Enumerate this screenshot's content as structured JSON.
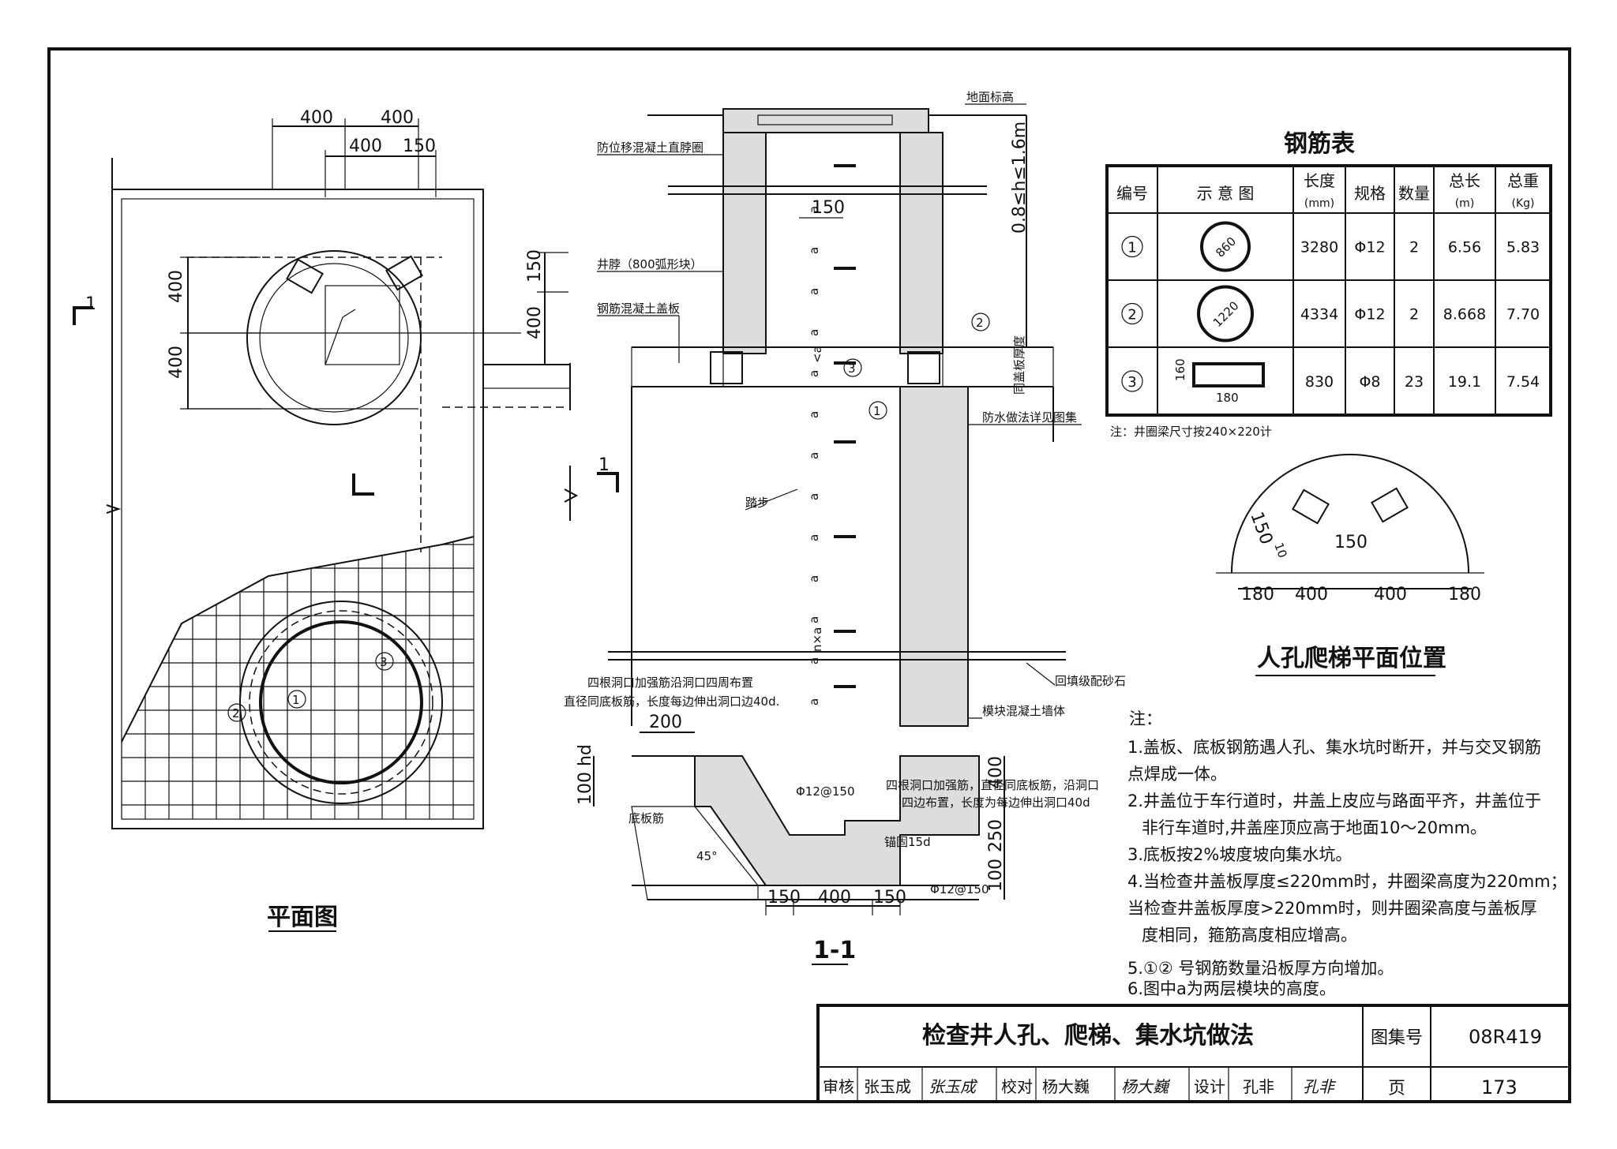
{
  "plan": {
    "title": "平面图",
    "dims_top": [
      "400",
      "400",
      "400",
      "150"
    ],
    "dims_left": [
      "400",
      "400"
    ],
    "dims_right": [
      "150",
      "400"
    ],
    "section_mark": "1",
    "rebar_callouts": [
      "1",
      "2",
      "3"
    ]
  },
  "section": {
    "title": "1-1",
    "section_mark": "1",
    "labels": {
      "ground": "地面标高",
      "collar": "防位移混凝土直脖圈",
      "neck": "井脖（800弧形块）",
      "cover_slab": "钢筋混凝土盖板",
      "step": "踏步",
      "waterproof": "防水做法详见图集",
      "backfill": "回填级配砂石",
      "wall": "模块混凝土墙体",
      "opening_note_line1": "四根洞口加强筋沿洞口四周布置",
      "opening_note_line2": "直径同底板筋，长度每边伸出洞口边40d.",
      "opening_note2_line1": "四根洞口加强筋，直径同底板筋，沿洞口",
      "opening_note2_line2": "四边布置，长度为每边伸出洞口40d",
      "bottom_bar": "底板筋",
      "anchor": "锚固15d",
      "bar_150a": "Φ12@150",
      "bar_150b": "Φ12@150",
      "angle": "45°",
      "height_range": "0.8≤h≤1.6m",
      "slab_thickness": "同盖板厚度",
      "step_pitch": "a",
      "step_pitch_n": "n×a",
      "step_pitch_lt": "<a"
    },
    "dims": {
      "top150": "150",
      "pit200": "200",
      "hd": "100 hd",
      "d400": "400",
      "d250": "250",
      "d100": "100",
      "b150a": "150",
      "b400": "400",
      "b150b": "150"
    },
    "callouts": [
      "1",
      "2",
      "3"
    ]
  },
  "rebar_table": {
    "title": "钢筋表",
    "headers": [
      "编号",
      "示 意 图",
      "长度\n(mm)",
      "规格",
      "数量",
      "总长\n(m)",
      "总重\n(Kg)"
    ],
    "header_main": [
      "编号",
      "示  意  图",
      "长度",
      "规格",
      "数量",
      "总长",
      "总重"
    ],
    "header_unit": [
      "",
      "",
      "(mm)",
      "",
      "",
      "(m)",
      "(Kg)"
    ],
    "rows": [
      {
        "no": "1",
        "shape_label": "860",
        "length": "3280",
        "spec": "Φ12",
        "qty": "2",
        "total_len": "6.56",
        "total_wt": "5.83"
      },
      {
        "no": "2",
        "shape_label": "1220",
        "length": "4334",
        "spec": "Φ12",
        "qty": "2",
        "total_len": "8.668",
        "total_wt": "7.70"
      },
      {
        "no": "3",
        "shape_label": "160",
        "shape_label2": "180",
        "length": "830",
        "spec": "Φ8",
        "qty": "23",
        "total_len": "19.1",
        "total_wt": "7.54"
      }
    ],
    "footnote": "注：井圈梁尺寸按240×220计"
  },
  "ladder_detail": {
    "title": "人孔爬梯平面位置",
    "dims": [
      "180",
      "400",
      "400",
      "180"
    ],
    "dim150": "150",
    "dim150b": "150",
    "dim10": "10"
  },
  "notes": {
    "heading": "注：",
    "lines": [
      "1.盖板、底板钢筋遇人孔、集水坑时断开，并与交叉钢筋",
      "点焊成一体。",
      "2.井盖位于车行道时，井盖上皮应与路面平齐，井盖位于",
      "非行车道时,井盖座顶应高于地面10～20mm。",
      "3.底板按2%坡度坡向集水坑。",
      "4.当检查井盖板厚度≤220mm时，井圈梁高度为220mm；",
      "当检查井盖板厚度>220mm时，则井圈梁高度与盖板厚",
      "度相同，箍筋高度相应增高。",
      "5.①② 号钢筋数量沿板厚方向增加。",
      "6.图中a为两层模块的高度。"
    ]
  },
  "title_block": {
    "title": "检查井人孔、爬梯、集水坑做法",
    "atlas_label": "图集号",
    "atlas_no": "08R419",
    "page_label": "页",
    "page_no": "173",
    "review_label": "审核",
    "reviewer": "张玉成",
    "reviewer_sig": "张玉成",
    "check_label": "校对",
    "checker": "杨大巍",
    "checker_sig": "杨大巍",
    "design_label": "设计",
    "designer": "孔非",
    "designer_sig": "孔非"
  }
}
